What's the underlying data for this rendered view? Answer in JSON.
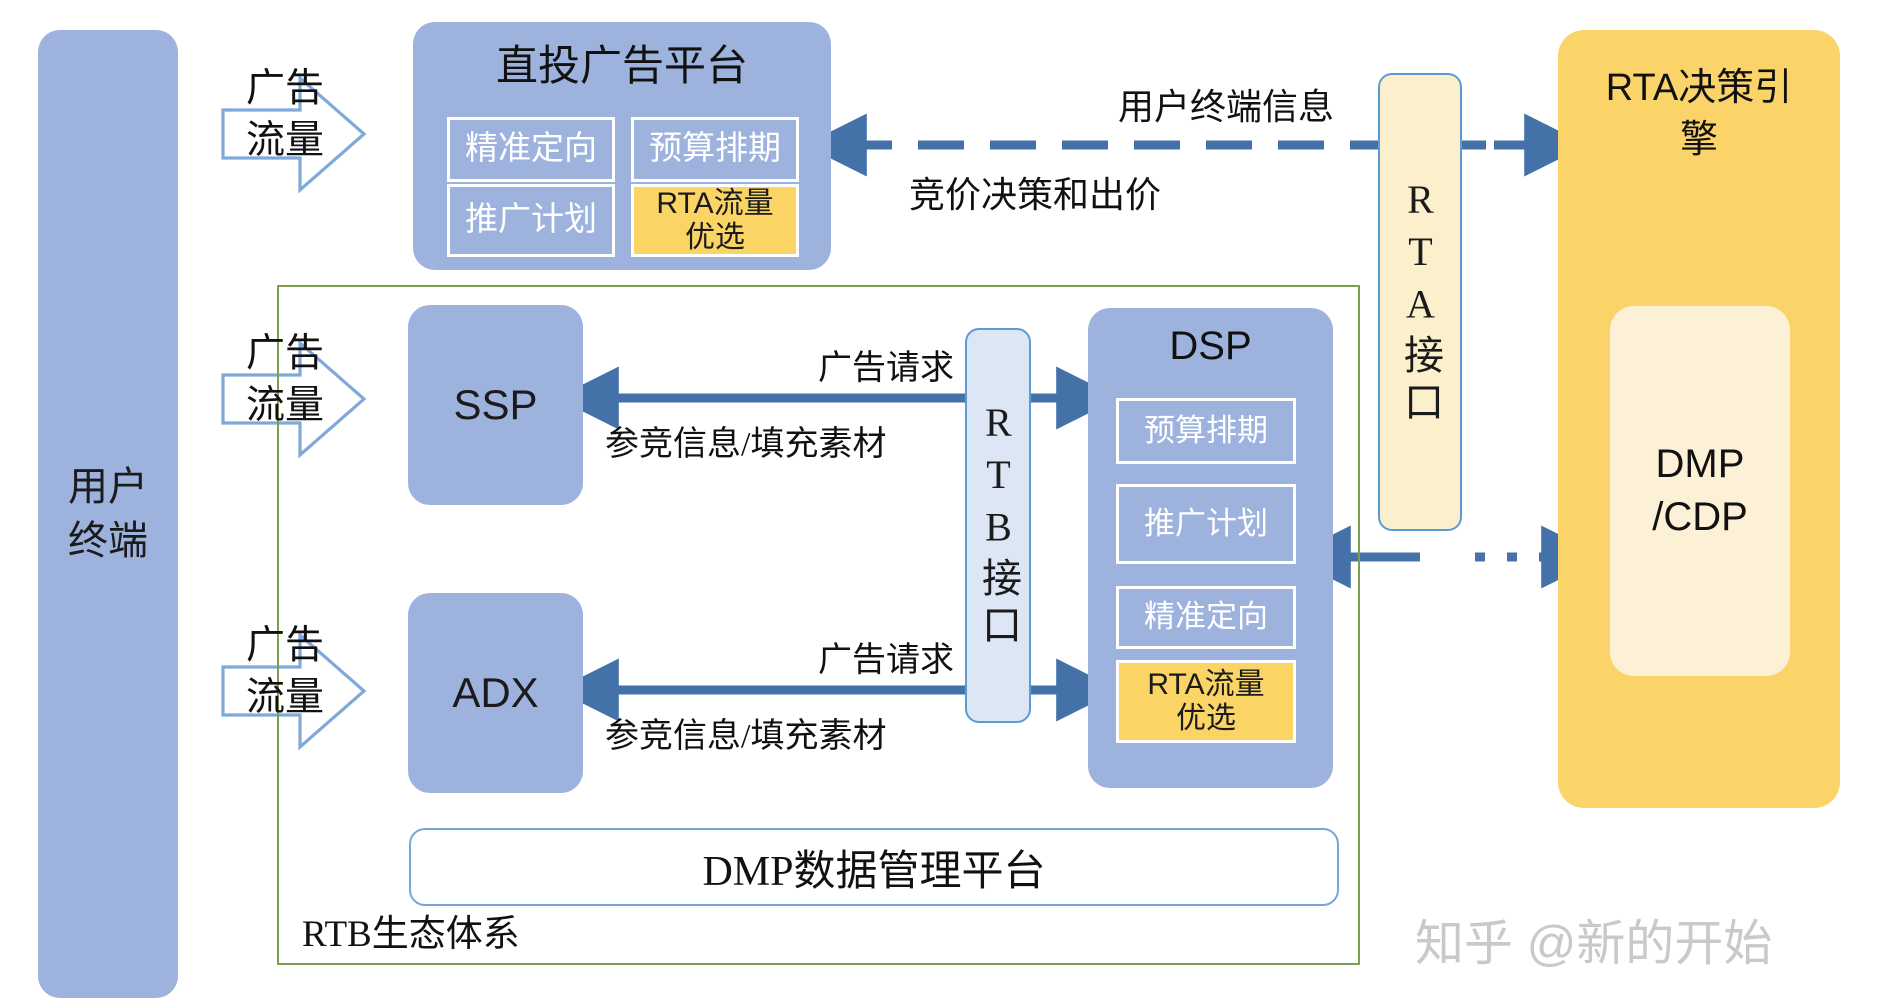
{
  "theme": {
    "blue_block": "#9DB3DE",
    "gold": "#FAD565",
    "orange": "#FBD469",
    "orange_inner": "#FCF1D6",
    "cream_interface": "#FCEFCC",
    "blue_interface": "#DCE6F5",
    "border_blue": "#5B9BD5",
    "arrow_blue": "#4472A8",
    "green_frame": "#7D9E51",
    "white": "#FFFFFF"
  },
  "user_terminal": {
    "label": "用户\n终端",
    "line1": "用户",
    "line2": "终端"
  },
  "traffic_arrows": [
    {
      "line1": "广告",
      "line2": "流量"
    },
    {
      "line1": "广告",
      "line2": "流量"
    },
    {
      "line1": "广告",
      "line2": "流量"
    }
  ],
  "direct_platform": {
    "title": "直投广告平台",
    "cells": [
      {
        "label": "精准定向",
        "highlight": false
      },
      {
        "label": "预算排期",
        "highlight": false
      },
      {
        "label": "推广计划",
        "highlight": false
      },
      {
        "label": "RTA流量\n优选",
        "line1": "RTA流量",
        "line2": "优选",
        "highlight": true
      }
    ]
  },
  "ssp": {
    "label": "SSP"
  },
  "adx": {
    "label": "ADX"
  },
  "rtb_interface": {
    "label": "RTB接口",
    "chars": "RTB接口"
  },
  "rta_interface": {
    "label": "RTA接口",
    "chars": "RTA接口"
  },
  "dsp": {
    "title": "DSP",
    "cells": [
      {
        "label": "预算排期",
        "highlight": false
      },
      {
        "label": "推广计划",
        "highlight": false
      },
      {
        "label": "精准定向",
        "highlight": false
      },
      {
        "label": "RTA流量\n优选",
        "line1": "RTA流量",
        "line2": "优选",
        "highlight": true
      }
    ]
  },
  "rta_engine": {
    "title_line1": "RTA决策引",
    "title_line2": "擎",
    "title": "RTA决策引擎",
    "inner_line1": "DMP",
    "inner_line2": "/CDP",
    "inner": "DMP/CDP"
  },
  "dmp_bar": {
    "label": "DMP数据管理平台"
  },
  "ecosystem": {
    "label": "RTB生态体系"
  },
  "edge_labels": {
    "user_terminal_info": "用户终端信息",
    "bid_decision": "竞价决策和出价",
    "ad_request_top": "广告请求",
    "bid_info_top": "参竞信息/填充素材",
    "ad_request_bottom": "广告请求",
    "bid_info_bottom": "参竞信息/填充素材"
  },
  "watermark": {
    "text": "知乎 @新的开始"
  }
}
